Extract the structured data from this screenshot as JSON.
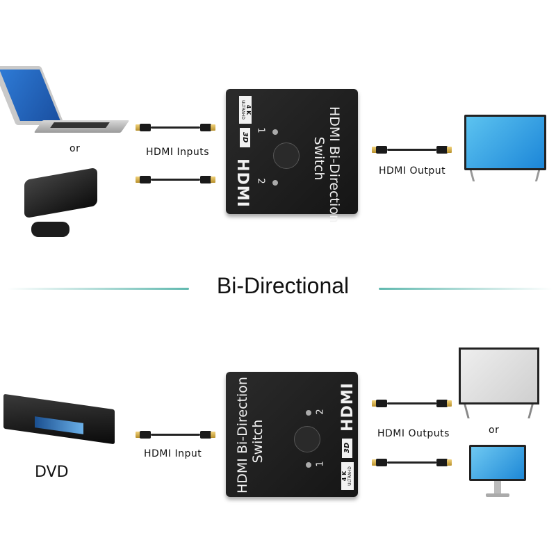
{
  "top": {
    "or_label": "or",
    "inputs_label": "HDMI Inputs",
    "output_label": "HDMI Output",
    "switch": {
      "title_line1": "HDMI Bi-Direction",
      "title_line2": "Switch",
      "port1": "1",
      "port2": "2",
      "badge_4k": "4 K",
      "badge_uhd": "ULTRAHD",
      "badge_3d": "3D",
      "logo": "HDMI"
    }
  },
  "divider": {
    "title": "Bi-Directional",
    "color": "#5fb8ae"
  },
  "bottom": {
    "dvd_label": "DVD",
    "input_label": "HDMI Input",
    "outputs_label": "HDMI Outputs",
    "or_label": "or",
    "switch": {
      "title_line1": "HDMI Bi-Direction",
      "title_line2": "Switch",
      "port1": "1",
      "port2": "2",
      "badge_4k": "4 K",
      "badge_uhd": "ULTRAHD",
      "badge_3d": "3D",
      "logo": "HDMI"
    }
  }
}
